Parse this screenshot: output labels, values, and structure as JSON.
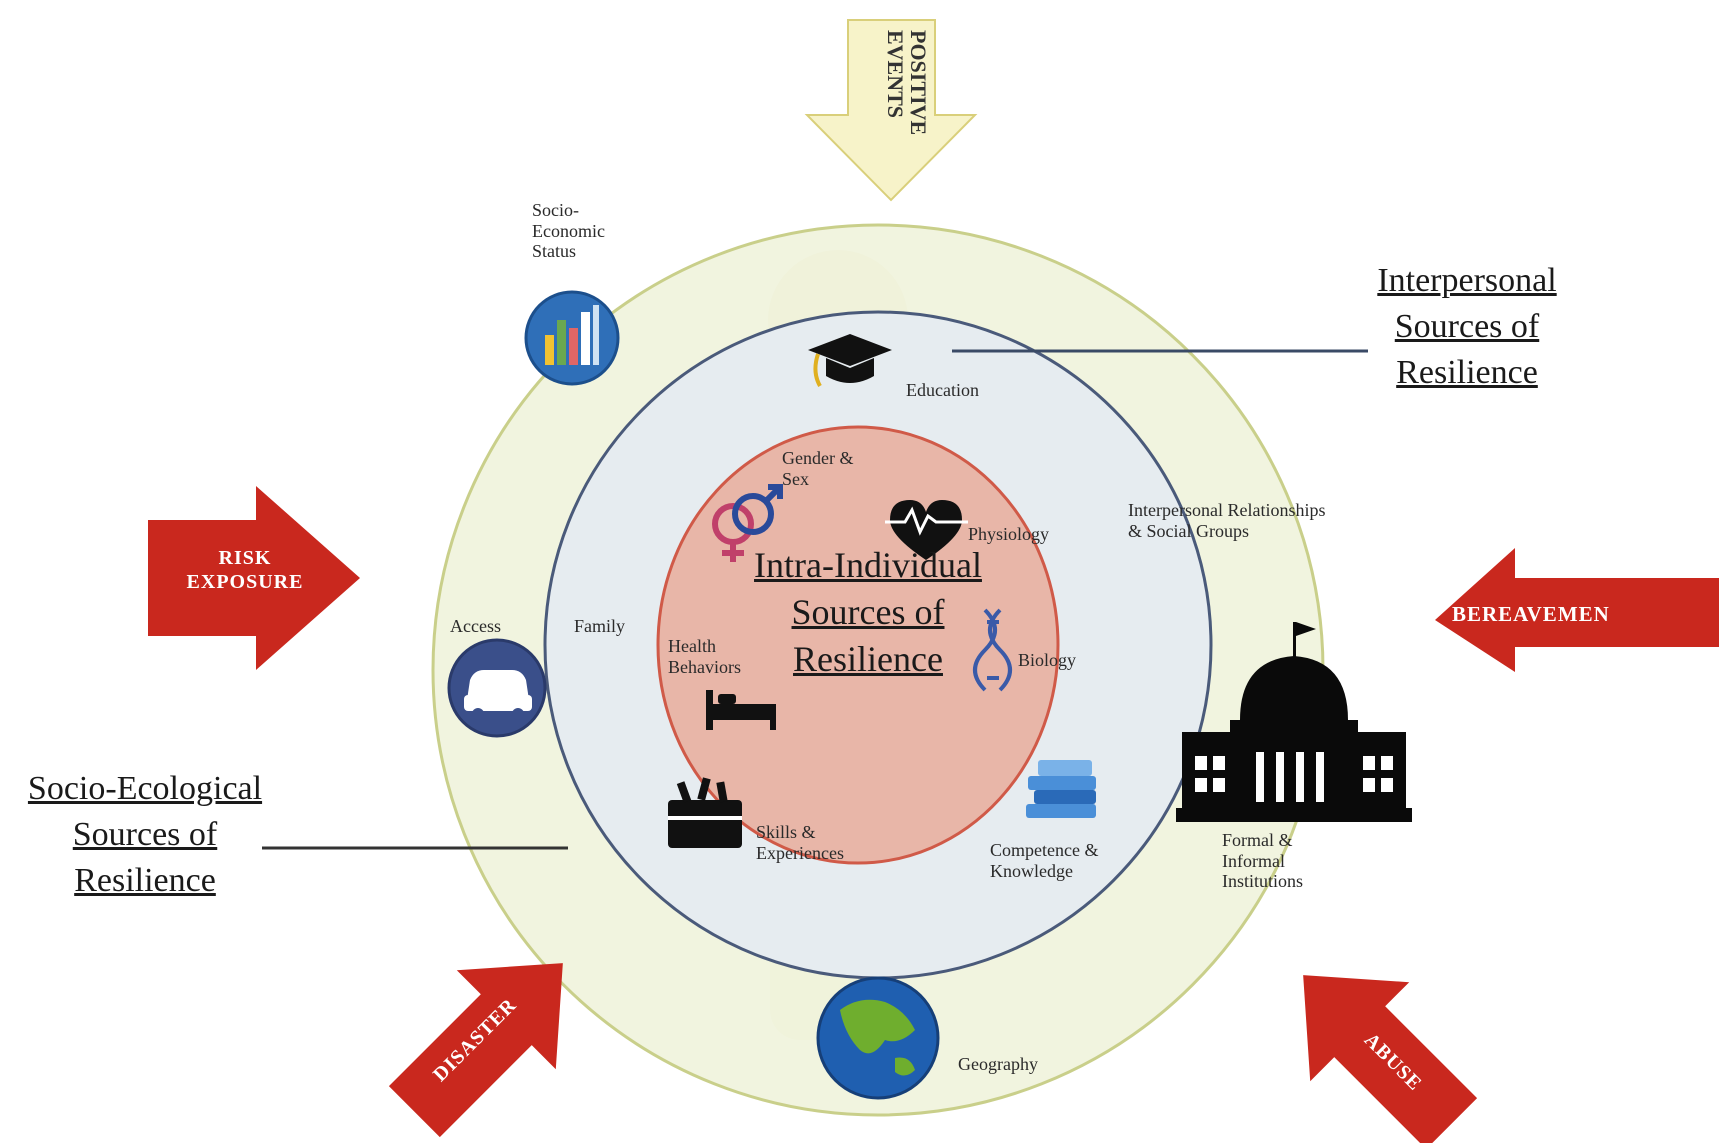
{
  "diagram": {
    "center": {
      "title_lines": [
        "Intra-Individual",
        "Sources of",
        "Resilience"
      ]
    },
    "interpersonal_heading": [
      "Interpersonal",
      "Sources of",
      "Resilience"
    ],
    "socio_ecological_heading": [
      "Socio-Ecological",
      "Sources of",
      "Resilience"
    ],
    "intra_items": {
      "gender": [
        "Gender &",
        "Sex"
      ],
      "physiology": "Physiology",
      "health": [
        "Health",
        "Behaviors"
      ],
      "biology": "Biology"
    },
    "interpersonal_items": {
      "education": "Education",
      "relationships": [
        "Interpersonal Relationships",
        "& Social Groups"
      ],
      "family": "Family",
      "skills": [
        "Skills &",
        "Experiences"
      ],
      "competence": [
        "Competence &",
        "Knowledge"
      ]
    },
    "socio_items": {
      "ses": [
        "Socio-",
        "Economic",
        "Status"
      ],
      "access": "Access",
      "institutions": [
        "Formal &",
        "Informal",
        "Institutions"
      ],
      "geography": "Geography"
    },
    "arrows": {
      "positive": [
        "POSITIVE",
        "EVENTS"
      ],
      "risk": [
        "RISK",
        "EXPOSURE"
      ],
      "bereavement": "BEREAVEMEN",
      "disaster": "DISASTER",
      "abuse": "ABUSE"
    },
    "colors": {
      "outer_ring": "#eef2d9",
      "middle_ring": "#e4ebf2",
      "inner_circle": "#e8b6a8",
      "arrow_red": "#c9281e",
      "arrow_yellow": "#f7f3c9"
    }
  }
}
